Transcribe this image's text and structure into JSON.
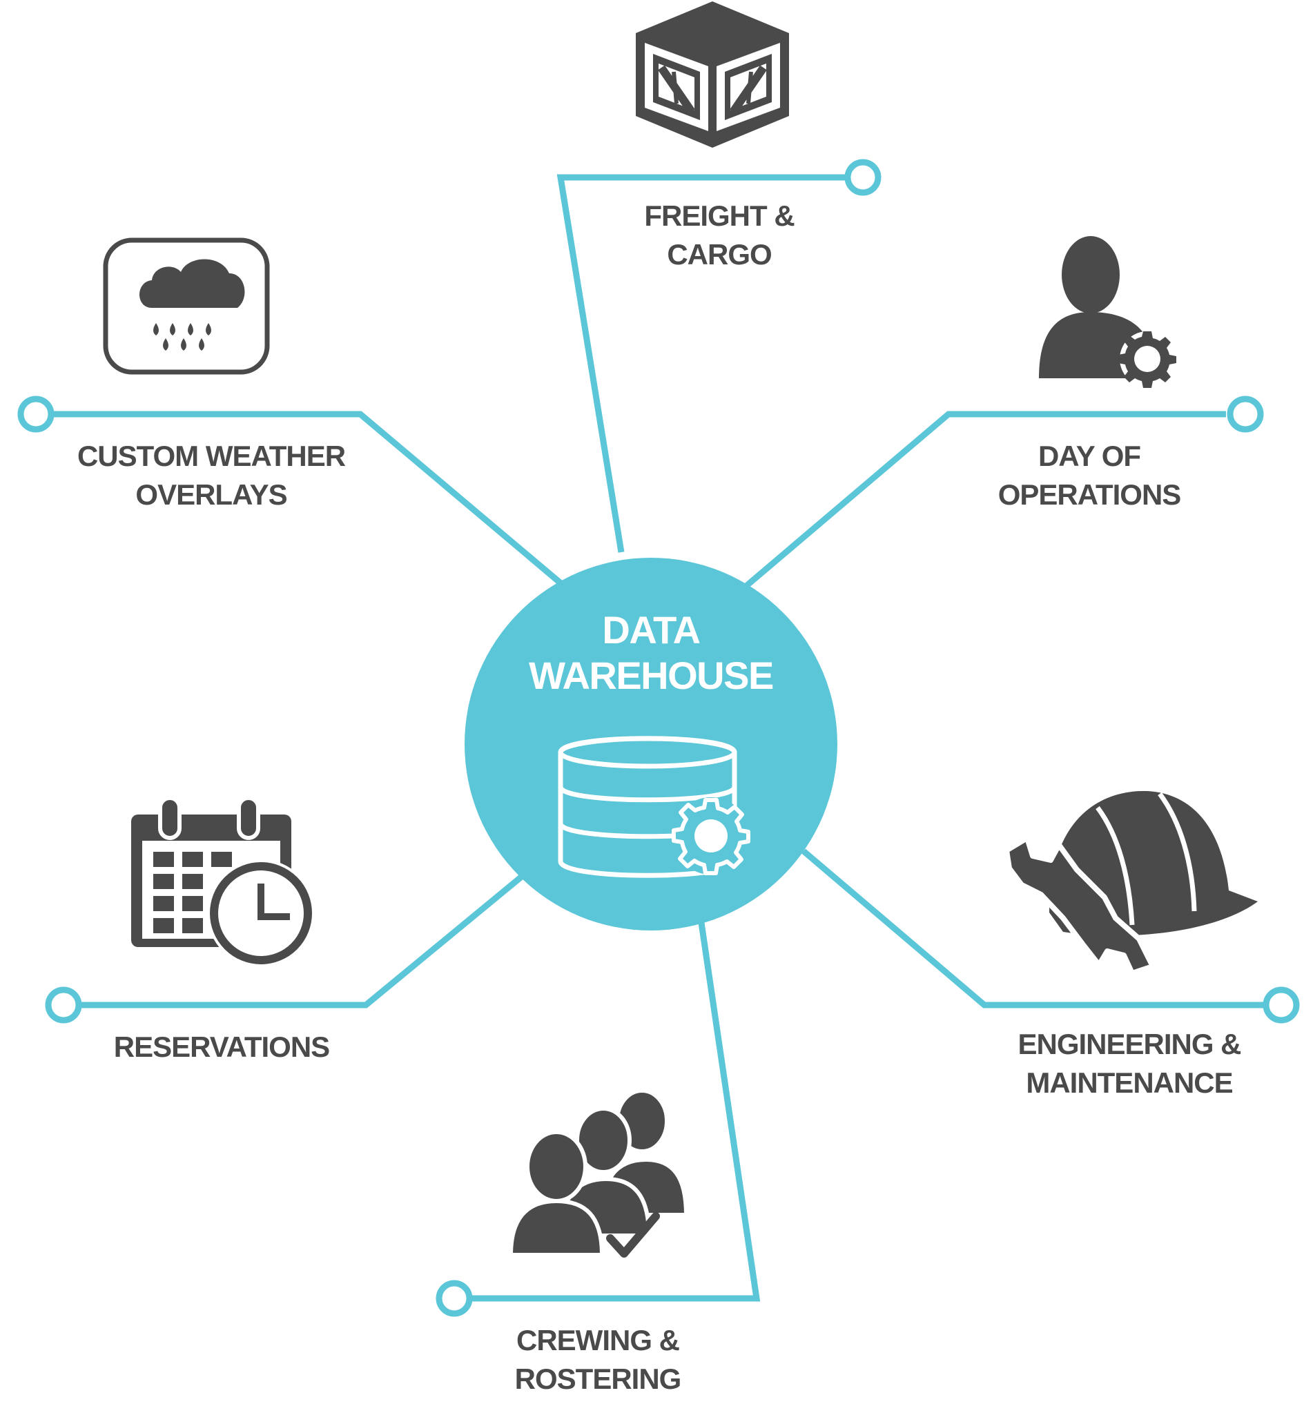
{
  "colors": {
    "accent": "#5bc6d7",
    "icon": "#4a4a4a",
    "text": "#4a4a4a",
    "hub_text": "#ffffff"
  },
  "hub": {
    "line1": "DATA",
    "line2": "WAREHOUSE",
    "icon": "database-gear-icon"
  },
  "nodes": {
    "freight": {
      "line1": "FREIGHT &",
      "line2": "CARGO",
      "icon": "crate-icon"
    },
    "weather": {
      "line1": "CUSTOM WEATHER",
      "line2": "OVERLAYS",
      "icon": "rain-cloud-icon"
    },
    "operations": {
      "line1": "DAY OF",
      "line2": "OPERATIONS",
      "icon": "user-gear-icon"
    },
    "reservations": {
      "line1": "RESERVATIONS",
      "icon": "calendar-clock-icon"
    },
    "engineering": {
      "line1": "ENGINEERING &",
      "line2": "MAINTENANCE",
      "icon": "hardhat-wrench-icon"
    },
    "crewing": {
      "line1": "CREWING &",
      "line2": "ROSTERING",
      "icon": "team-check-icon"
    }
  }
}
